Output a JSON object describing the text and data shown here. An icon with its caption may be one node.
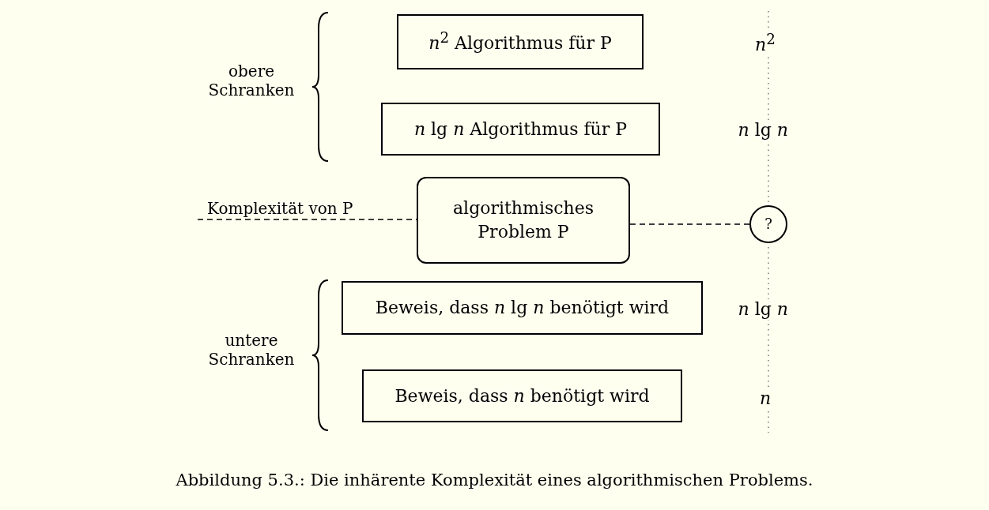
{
  "diagram": {
    "caption": "Abbildung 5.3.: Die inhärente Komplexität eines algorithmischen Problems.",
    "nodes": [
      {
        "text": [
          "*n*$^{2}$ Algorithmus für P"
        ]
      },
      {
        "text": [
          "*n* lg *n* Algorithmus für P"
        ]
      },
      {
        "text": [
          "algorithmisches Problem P"
        ]
      },
      {
        "text": [
          "?"
        ]
      },
      {
        "text": [
          "Beweis, dass *n* lg *n* benötigt wird"
        ]
      },
      {
        "text": [
          "Beweis, dass *n* benötigt wird"
        ]
      }
    ],
    "edges": [
      {
        "from": null,
        "to": 2,
        "arrow": "none",
        "style": "dashed",
        "label": "Komplexität von P"
      },
      {
        "from": 2,
        "to": 3,
        "arrow": "none",
        "style": "dashed"
      }
    ],
    "labels": [
      "obere Schranken",
      "*n*$^{2}$",
      "*n* lg *n*",
      "*n* lg *n*",
      "untere Schranken",
      "*n*"
    ]
  }
}
